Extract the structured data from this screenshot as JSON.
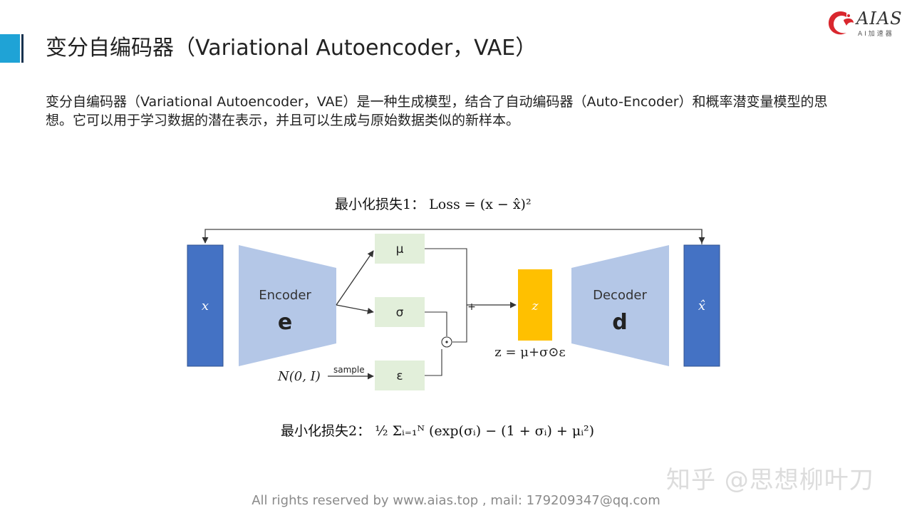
{
  "header": {
    "title": "变分自编码器（Variational Autoencoder，VAE）"
  },
  "logo": {
    "text": "AIAS",
    "subtitle": "AI加速器"
  },
  "description": "变分自编码器（Variational Autoencoder，VAE）是一种生成模型，结合了自动编码器（Auto-Encoder）和概率潜变量模型的思想。它可以用于学习数据的潜在表示，并且可以生成与原始数据类似的新样本。",
  "loss1": {
    "label": "最小化损失1：",
    "formula": "Loss = (x − x̂)²"
  },
  "loss2": {
    "label": "最小化损失2：",
    "formula": "½ Σᵢ₌₁ᴺ (exp(σᵢ) − (1 + σᵢ) + μᵢ²)"
  },
  "diagram": {
    "input_label": "x",
    "encoder_title": "Encoder",
    "encoder_symbol": "e",
    "mu_label": "μ",
    "sigma_label": "σ",
    "epsilon_label": "ε",
    "noise_label": "N(0, I)",
    "sample_label": "sample",
    "plus_label": "+",
    "odot_label": "⊙",
    "z_label": "z",
    "z_equation": "z = μ+σ⊙ε",
    "decoder_title": "Decoder",
    "decoder_symbol": "d",
    "output_label": "x̂",
    "colors": {
      "input_block": "#4472c4",
      "trapezoid": "#b4c7e7",
      "latent_box": "#e2efda",
      "z_block": "#ffc000"
    }
  },
  "watermark": "知乎 @思想柳叶刀",
  "footer": "All rights reserved by www.aias.top , mail: 179209347@qq.com"
}
